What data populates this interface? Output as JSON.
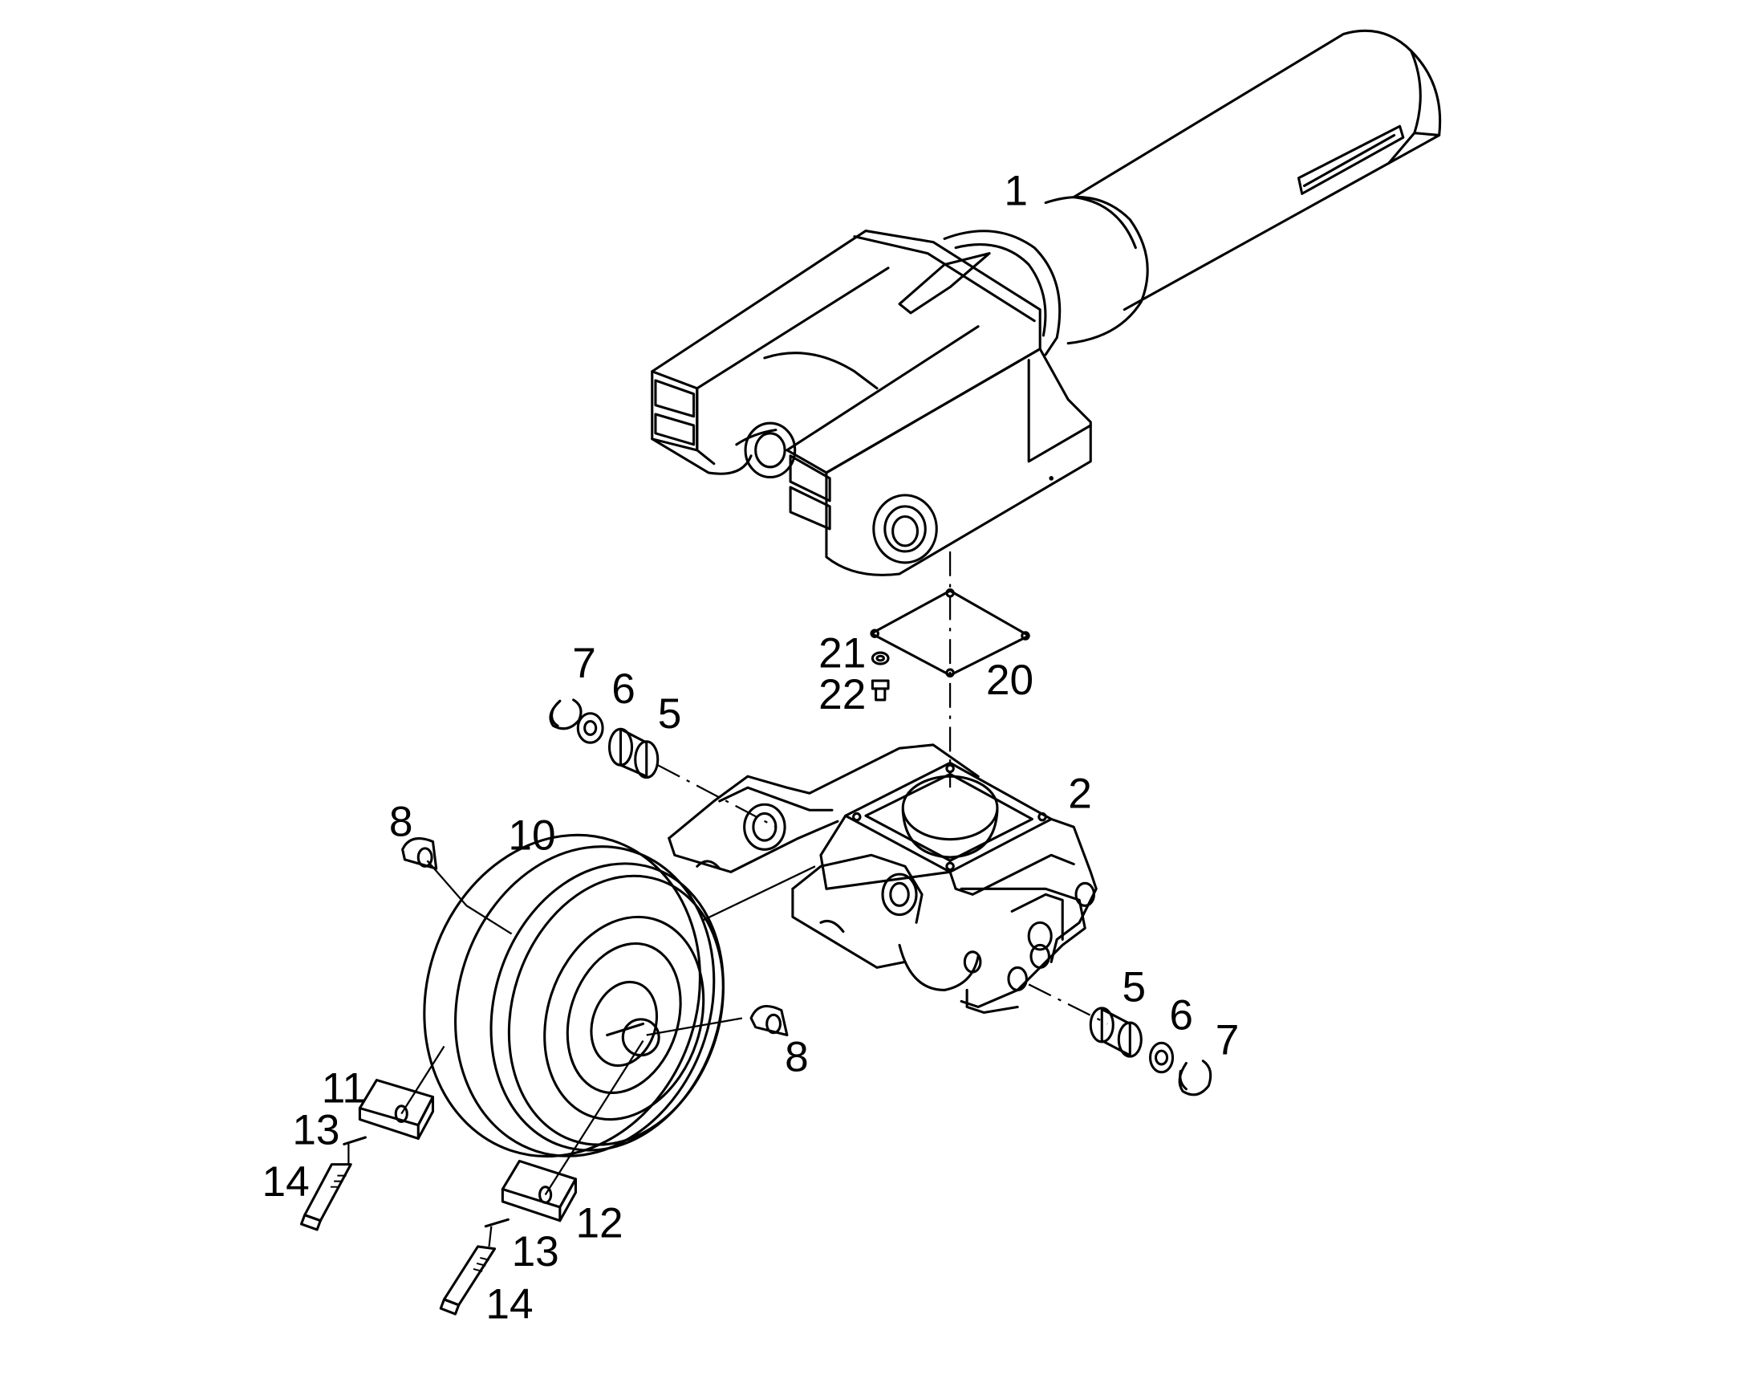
{
  "callouts": [
    {
      "id": "c1",
      "text": "1"
    },
    {
      "id": "c2",
      "text": "2"
    },
    {
      "id": "c5a",
      "text": "5"
    },
    {
      "id": "c5b",
      "text": "5"
    },
    {
      "id": "c6a",
      "text": "6"
    },
    {
      "id": "c6b",
      "text": "6"
    },
    {
      "id": "c7a",
      "text": "7"
    },
    {
      "id": "c7b",
      "text": "7"
    },
    {
      "id": "c8a",
      "text": "8"
    },
    {
      "id": "c8b",
      "text": "8"
    },
    {
      "id": "c10",
      "text": "10"
    },
    {
      "id": "c11",
      "text": "11"
    },
    {
      "id": "c12",
      "text": "12"
    },
    {
      "id": "c13a",
      "text": "13"
    },
    {
      "id": "c13b",
      "text": "13"
    },
    {
      "id": "c14a",
      "text": "14"
    },
    {
      "id": "c14b",
      "text": "14"
    },
    {
      "id": "c20",
      "text": "20"
    },
    {
      "id": "c21",
      "text": "21"
    },
    {
      "id": "c22",
      "text": "22"
    }
  ]
}
